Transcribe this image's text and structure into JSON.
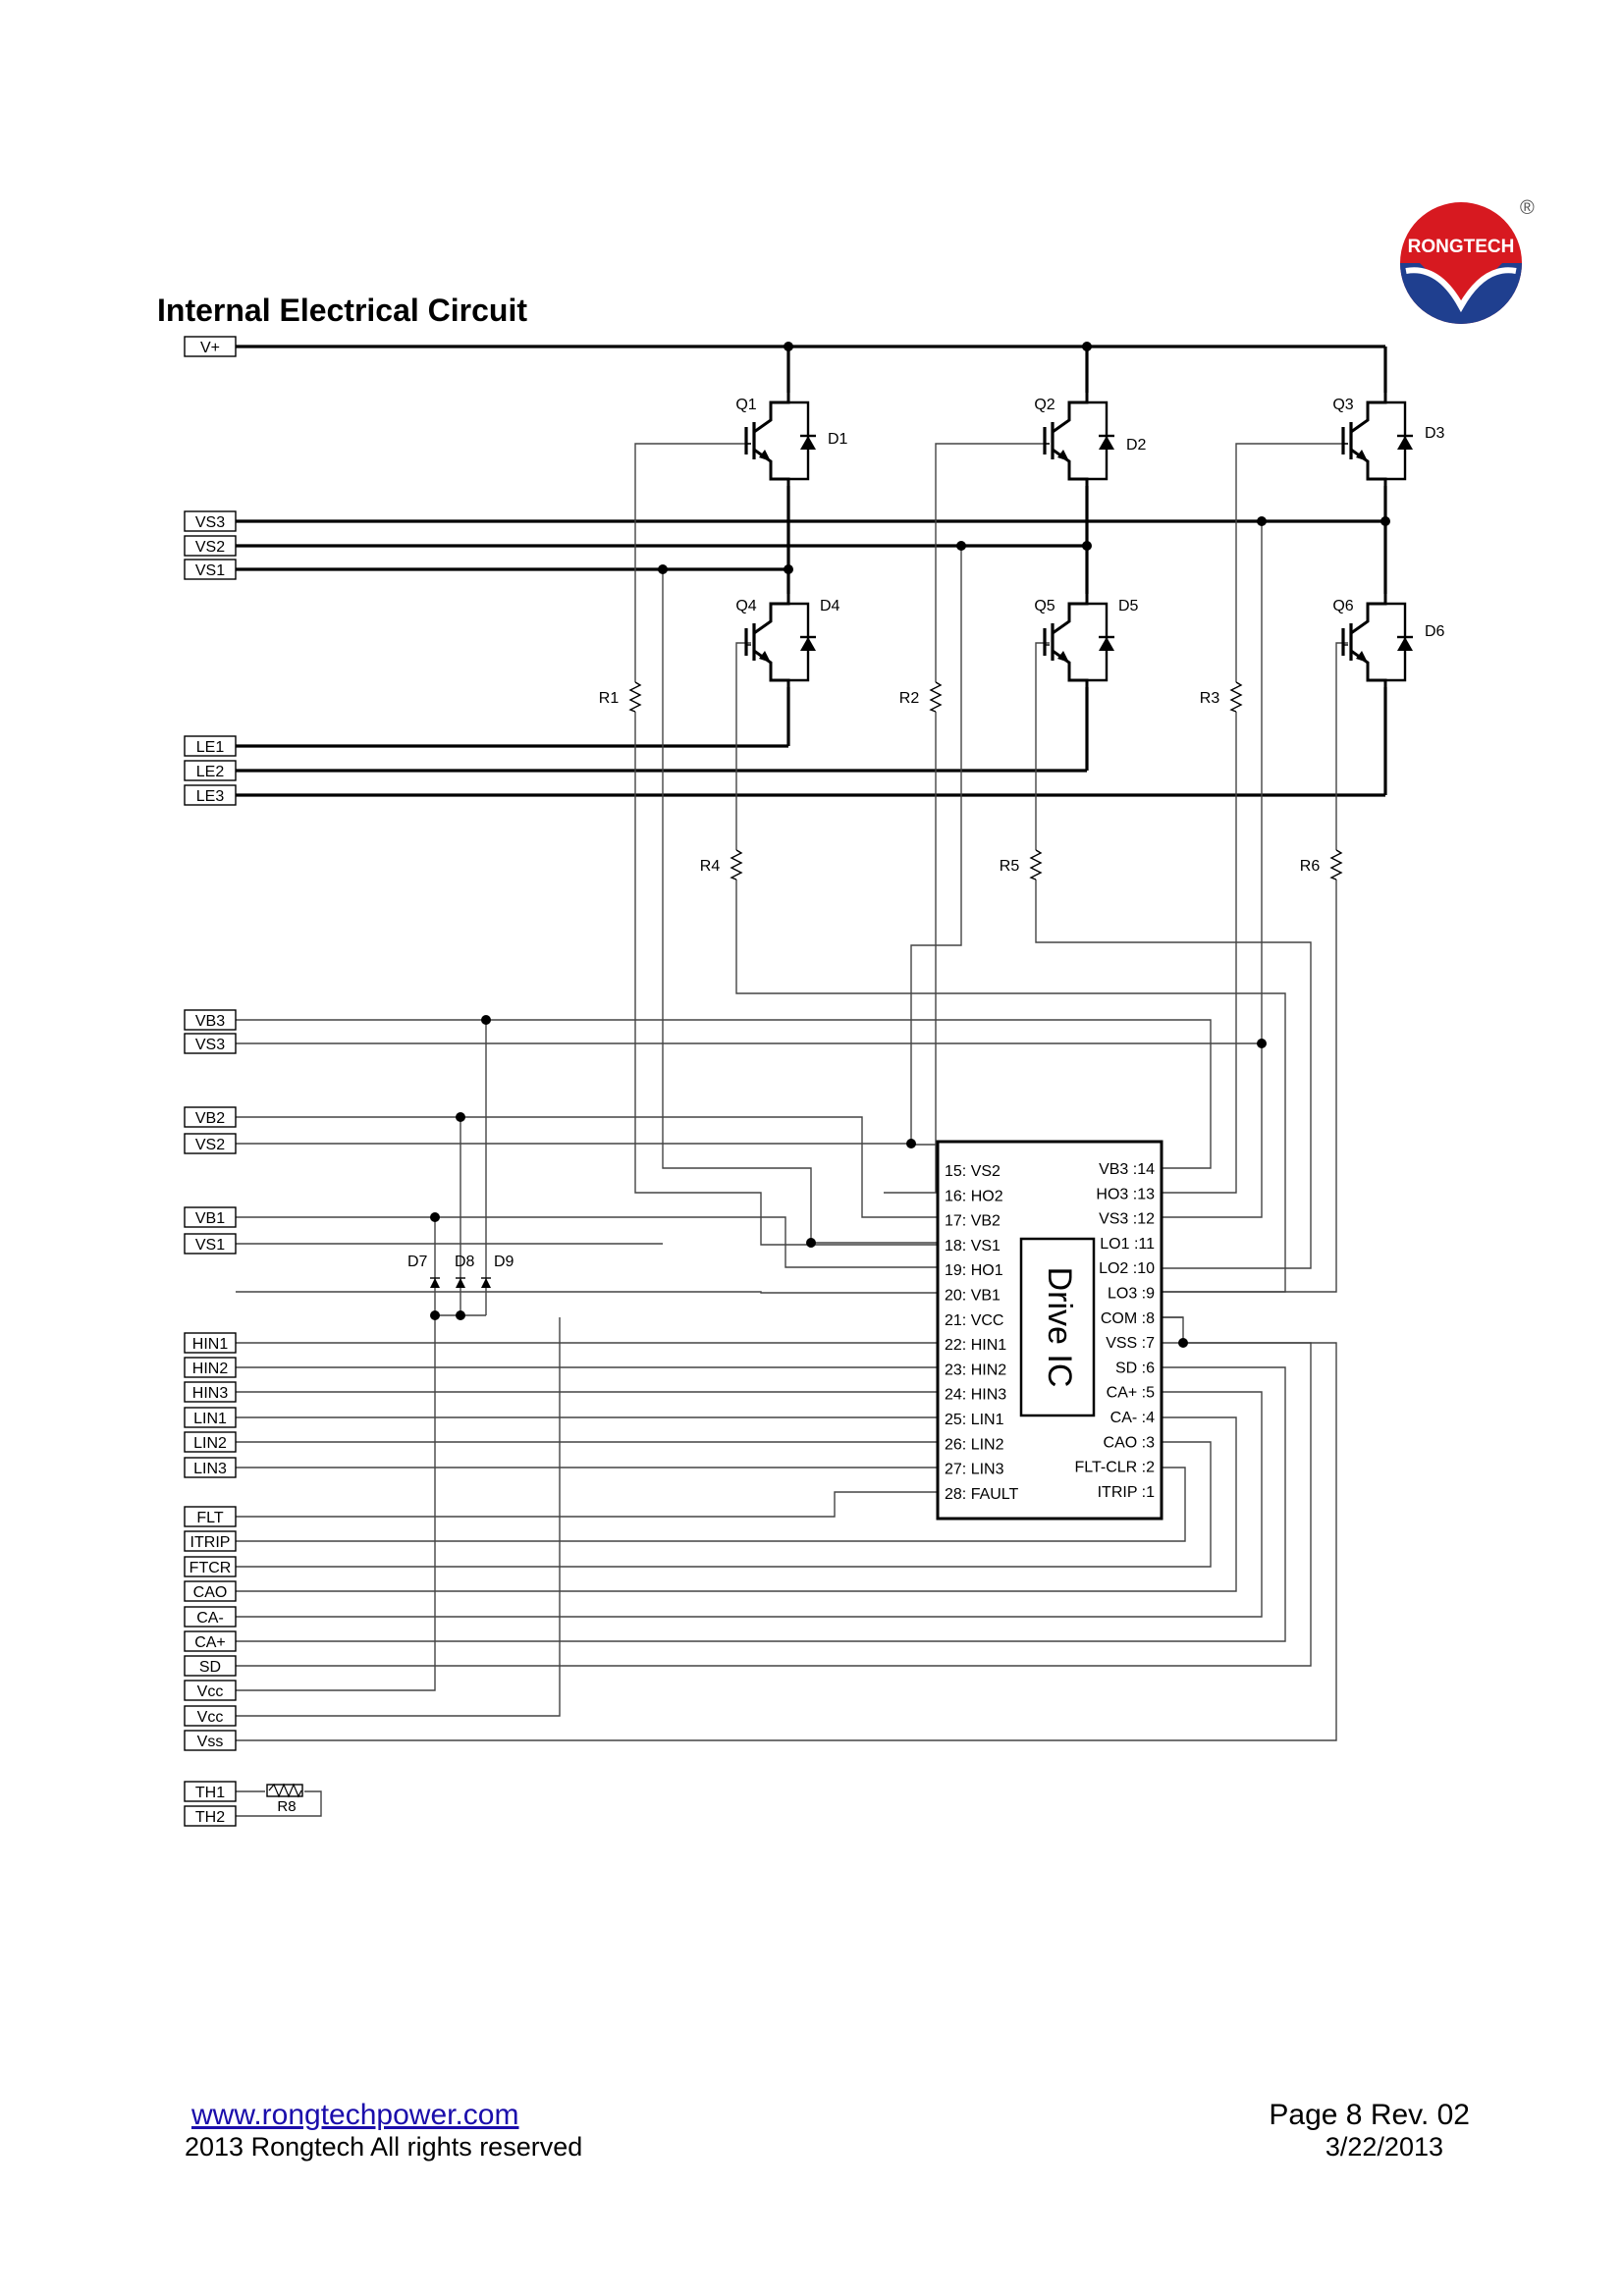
{
  "page": {
    "title": "Internal Electrical Circuit",
    "footer": {
      "website": "www.rongtechpower.com",
      "copyright": "2013 Rongtech All rights reserved",
      "page_rev": "Page 8  Rev. 02",
      "date": "3/22/2013"
    },
    "logo": {
      "text": "RONGTECH",
      "registered": "®",
      "colors": {
        "red": "#d71920",
        "blue": "#1f3f8f"
      }
    }
  },
  "pins_left": {
    "top": [
      "V+",
      "VS3",
      "VS2",
      "VS1",
      "LE1",
      "LE2",
      "LE3"
    ],
    "mid": [
      "VB3",
      "VS3",
      "VB2",
      "VS2",
      "VB1",
      "VS1"
    ],
    "inputs": [
      "HIN1",
      "HIN2",
      "HIN3",
      "LIN1",
      "LIN2",
      "LIN3"
    ],
    "control": [
      "FLT",
      "ITRIP",
      "FTCR",
      "CAO",
      "CA-",
      "CA+",
      "SD",
      "Vcc",
      "Vcc",
      "Vss"
    ],
    "thermistor": [
      "TH1",
      "TH2"
    ]
  },
  "components": {
    "transistors": [
      "Q1",
      "Q2",
      "Q3",
      "Q4",
      "Q5",
      "Q6"
    ],
    "diodes": [
      "D1",
      "D2",
      "D3",
      "D4",
      "D5",
      "D6"
    ],
    "bootstrap_diodes": [
      "D7",
      "D8",
      "D9"
    ],
    "resistors": [
      "R1",
      "R2",
      "R3",
      "R4",
      "R5",
      "R6"
    ],
    "thermistor": "R8"
  },
  "ic": {
    "name": "Drive IC",
    "left_pins": [
      "15: VS2",
      "16: HO2",
      "17: VB2",
      "18: VS1",
      "19: HO1",
      "20: VB1",
      "21: VCC",
      "22: HIN1",
      "23: HIN2",
      "24: HIN3",
      "25: LIN1",
      "26: LIN2",
      "27: LIN3",
      "28: FAULT"
    ],
    "right_pins": [
      "VB3 :14",
      "HO3 :13",
      "VS3 :12",
      "LO1 :11",
      "LO2 :10",
      "LO3 :9",
      "COM :8",
      "VSS :7",
      "SD :6",
      "CA+ :5",
      "CA- :4",
      "CAO :3",
      "FLT-CLR :2",
      "ITRIP :1"
    ]
  }
}
